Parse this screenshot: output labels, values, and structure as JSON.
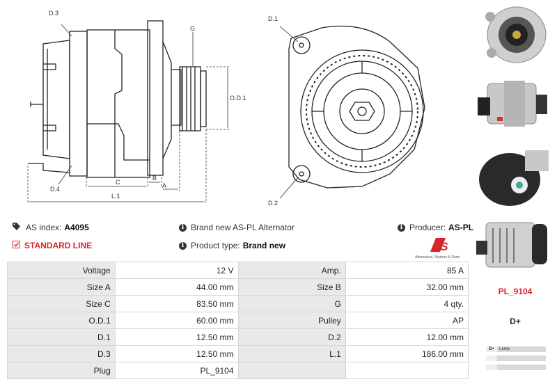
{
  "drawing_labels": {
    "d3": "D.3",
    "g": "G",
    "od1": "O.D.1",
    "d4": "D.4",
    "c": "C",
    "b": "B",
    "a": "A",
    "l1": "L.1",
    "d1": "D.1",
    "d2": "D.2"
  },
  "info": {
    "as_index_label": "AS index:",
    "as_index_value": "A4095",
    "standard_line": "STANDARD LINE",
    "brand_new": "Brand new AS-PL Alternator",
    "product_type_label": "Product type:",
    "product_type_value": "Brand new",
    "producer_label": "Producer:",
    "producer_value": "AS-PL"
  },
  "logo": {
    "text": "AS",
    "subtitle": "Alternators, Starters & Parts"
  },
  "specs": [
    {
      "l1": "Voltage",
      "v1": "12 V",
      "l2": "Amp.",
      "v2": "85 A"
    },
    {
      "l1": "Size A",
      "v1": "44.00 mm",
      "l2": "Size B",
      "v2": "32.00 mm"
    },
    {
      "l1": "Size C",
      "v1": "83.50 mm",
      "l2": "G",
      "v2": "4 qty."
    },
    {
      "l1": "O.D.1",
      "v1": "60.00 mm",
      "l2": "Pulley",
      "v2": "AP"
    },
    {
      "l1": "D.1",
      "v1": "12.50 mm",
      "l2": "D.2",
      "v2": "12.00 mm"
    },
    {
      "l1": "D.3",
      "v1": "12.50 mm",
      "l2": "L.1",
      "v2": "186.00 mm"
    },
    {
      "l1": "Plug",
      "v1": "PL_9104",
      "l2": "",
      "v2": ""
    }
  ],
  "plug_code": "PL_9104",
  "terminal": "D+",
  "legend": [
    {
      "k": "D+",
      "v": "Lamp"
    },
    {
      "k": "",
      "v": ""
    },
    {
      "k": "",
      "v": ""
    }
  ],
  "colors": {
    "accent": "#d8242c",
    "label_bg": "#e9e9e9",
    "border": "#d5d5d5"
  },
  "icons": [
    "tags-icon",
    "check-square-icon",
    "info-circle-icon"
  ]
}
